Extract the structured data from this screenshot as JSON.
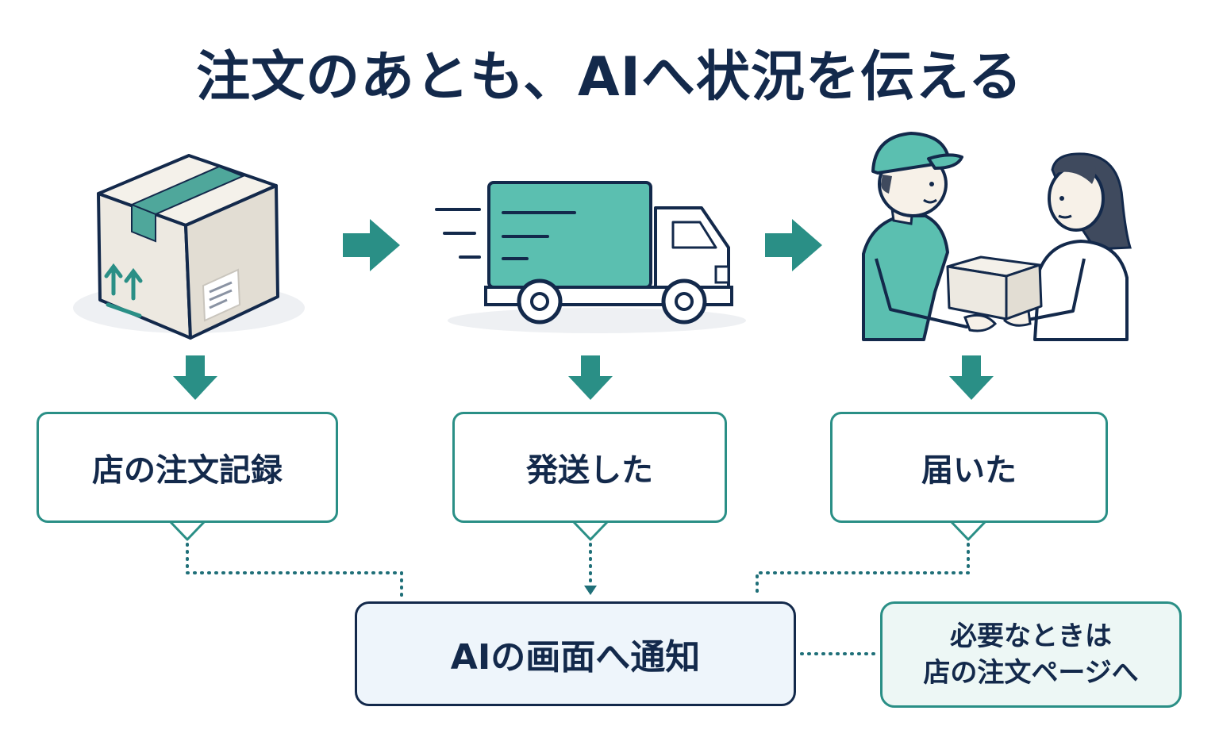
{
  "title": "注文のあとも、AIへ状況を伝える",
  "stages": [
    {
      "label": "店の注文記録",
      "icon": "package-box-icon"
    },
    {
      "label": "発送した",
      "icon": "delivery-truck-icon"
    },
    {
      "label": "届いた",
      "icon": "package-handoff-icon"
    }
  ],
  "ai_notification": "AIの画面へ通知",
  "fallback_note": [
    "必要なときは",
    "店の注文ページへ"
  ],
  "colors": {
    "teal": "#2a8f86",
    "teal_light": "#5bbfb0",
    "navy": "#13294b",
    "box_fill": "#ede9e1"
  }
}
